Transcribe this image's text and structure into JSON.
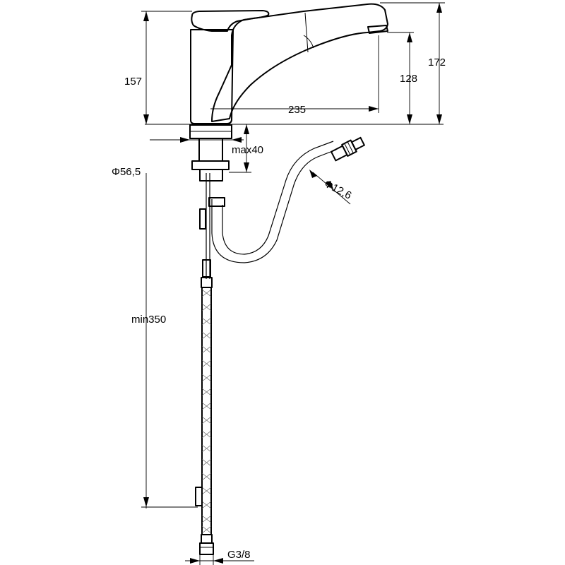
{
  "dimensions": {
    "height_total": "172",
    "height_body": "157",
    "height_spout": "128",
    "spout_reach": "235",
    "deck_thickness": "max40",
    "base_diameter": "Φ56,5",
    "hose_diameter": "Φ12,6",
    "hose_length": "min350",
    "connection_thread": "G3/8"
  },
  "colors": {
    "line": "#000000",
    "background": "#ffffff"
  }
}
